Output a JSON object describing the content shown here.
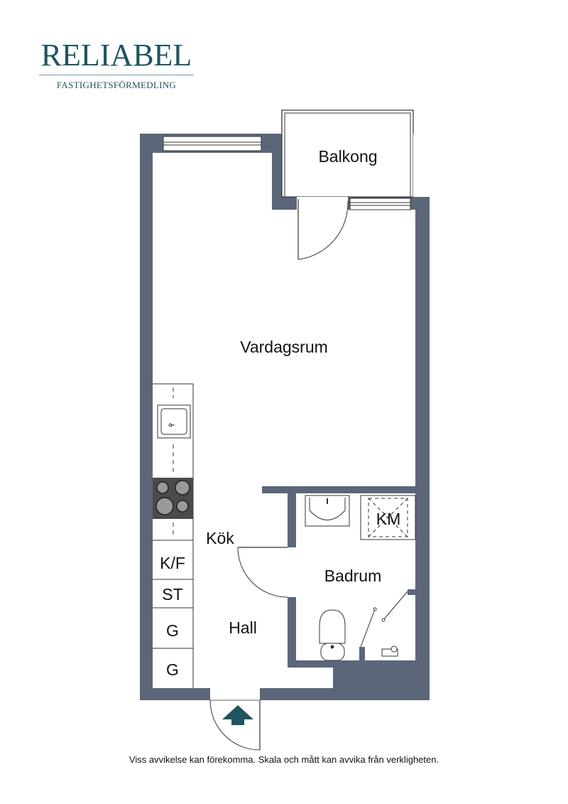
{
  "logo": {
    "name": "RELIABEL",
    "subtitle": "FASTIGHETSFÖRMEDLING"
  },
  "rooms": {
    "balcony": "Balkong",
    "living_room": "Vardagsrum",
    "kitchen": "Kök",
    "bathroom": "Badrum",
    "hall": "Hall"
  },
  "fixtures": {
    "washing_machine": "KM",
    "fridge_freezer": "K/F",
    "closet_st": "ST",
    "wardrobe_1": "G",
    "wardrobe_2": "G"
  },
  "colors": {
    "wall": "#5b6779",
    "brand": "#1e5560",
    "stove": "#4a4a4a"
  },
  "footer": "Viss avvikelse kan förekomma. Skala och mått kan avvika från verkligheten."
}
